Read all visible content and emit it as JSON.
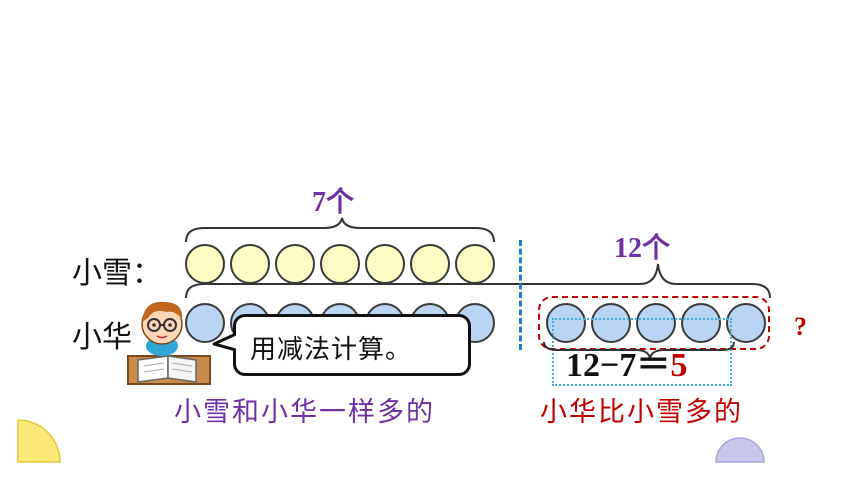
{
  "rows": {
    "xiaoxue": {
      "label": "小雪：",
      "count_label": "7个",
      "count": 7
    },
    "xiaohua": {
      "label": "小华",
      "extra_label": "12个",
      "count": 12,
      "extra": 5
    }
  },
  "speech_bubble": "用减法计算。",
  "equation": {
    "text": "12−7＝",
    "answer": "5"
  },
  "question_mark": "?",
  "captions": {
    "same": "小雪和小华一样多的",
    "more": "小华比小雪多的"
  },
  "colors": {
    "purple": "#7030a0",
    "red": "#c00000",
    "cream": "#fdfcc4",
    "blue": "#b9d5f3",
    "dash_blue": "#1f7fd8"
  },
  "icons": [
    "boy-reading-icon",
    "yellow-quarter-circle-icon",
    "purple-half-circle-icon"
  ]
}
